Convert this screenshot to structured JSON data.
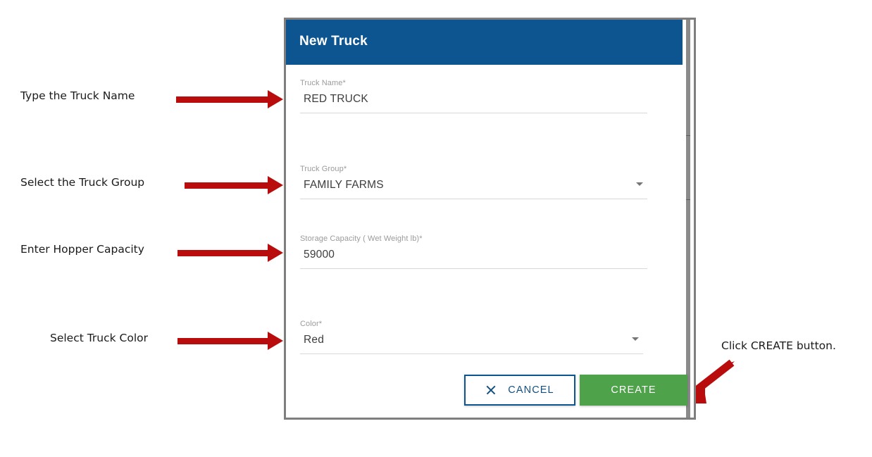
{
  "dialog": {
    "title": "New Truck",
    "header_color": "#0d5590",
    "fields": [
      {
        "name": "truck-name",
        "label": "Truck Name",
        "required_marker": "*",
        "value": "RED TRUCK",
        "type": "text"
      },
      {
        "name": "truck-group",
        "label": "Truck Group",
        "required_marker": "*",
        "value": "FAMILY FARMS",
        "type": "select"
      },
      {
        "name": "storage-capacity",
        "label": "Storage Capacity ( Wet Weight lb)",
        "required_marker": "*",
        "value": "59000",
        "type": "text"
      },
      {
        "name": "color",
        "label": "Color",
        "required_marker": "*",
        "value": "Red",
        "type": "select"
      }
    ],
    "buttons": {
      "cancel_label": "CANCEL",
      "cancel_color": "#0d5590",
      "create_label": "CREATE",
      "create_color": "#4ea24a"
    }
  },
  "annotations": {
    "arrow_color": "#b90d0d",
    "items": [
      {
        "name": "annotation-truck-name",
        "text": "Type the Truck Name"
      },
      {
        "name": "annotation-truck-group",
        "text": "Select the Truck Group"
      },
      {
        "name": "annotation-capacity",
        "text": "Enter Hopper Capacity"
      },
      {
        "name": "annotation-color",
        "text": "Select Truck Color"
      },
      {
        "name": "annotation-create",
        "text": "Click CREATE button."
      }
    ]
  }
}
